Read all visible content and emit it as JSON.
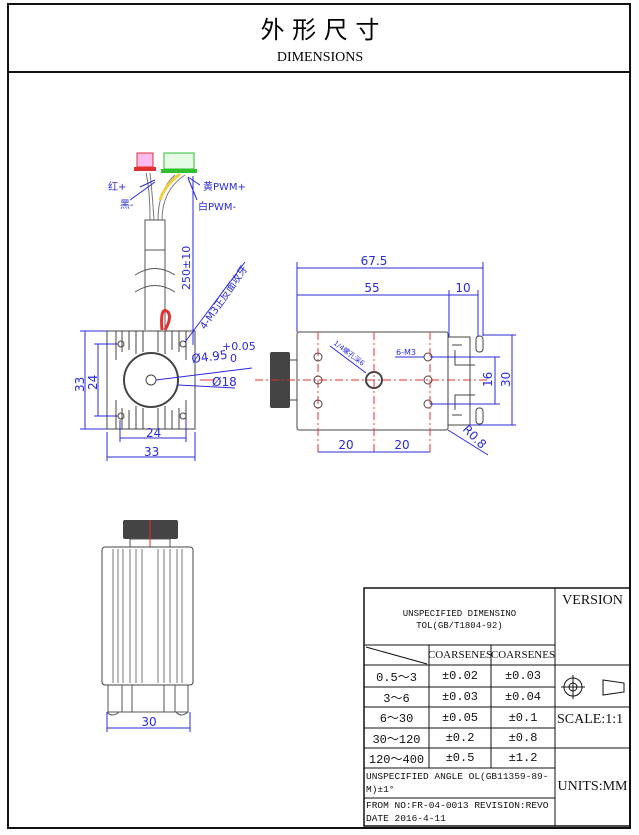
{
  "header": {
    "title_cn": "外 形 尺 寸",
    "title_en": "DIMENSIONS"
  },
  "wire_labels": {
    "red": "红+",
    "black": "黑-",
    "yellow": "黄PWM+",
    "white": "白PWM-",
    "cable_length": "250±10",
    "mount_holes": "4-M3正反面攻牙"
  },
  "front_view": {
    "height_outer": "33",
    "height_inner": "24",
    "width_inner": "24",
    "width_outer": "33",
    "bore": "Ø4.95",
    "bore_tol_upper": "+0.05",
    "bore_tol_lower": "0",
    "lens_dia": "Ø18"
  },
  "side_view": {
    "overall_length": "67.5",
    "body_length": "55",
    "tail_length": "10",
    "hole_spacing_v": "16",
    "height": "30",
    "spacing_1": "20",
    "spacing_2": "20",
    "center_hole": "1/4螺孔深6",
    "side_holes": "6-M3",
    "radius": "R0.8"
  },
  "bottom_view": {
    "width": "30"
  },
  "title_block": {
    "tol_title": "UNSPECIFIED DIMENSINO TOL(GB/T1804-92)",
    "col_headers": [
      "COARSENES",
      "COARSENES"
    ],
    "rows": [
      {
        "range": "0.5～3",
        "a": "±0.02",
        "b": "±0.03"
      },
      {
        "range": "3～6",
        "a": "±0.03",
        "b": "±0.04"
      },
      {
        "range": "6～30",
        "a": "±0.05",
        "b": "±0.1"
      },
      {
        "range": "30～120",
        "a": "±0.2",
        "b": "±0.8"
      },
      {
        "range": "120～400",
        "a": "±0.5",
        "b": "±1.2"
      }
    ],
    "angle_tol": "UNSPECIFIED ANGLE OL(GB11359-89-M)±1°",
    "form_no": "FROM NO:FR-04-0013 REVISION:REVO DATE 2016-4-11",
    "version_label": "VERSION",
    "scale": "SCALE:1:1",
    "units": "UNITS:MM",
    "projection_icon": "first-angle-projection-icon"
  },
  "colors": {
    "dimension": "#2b2bd9",
    "centerline": "#e0302a",
    "outline": "#333333"
  }
}
